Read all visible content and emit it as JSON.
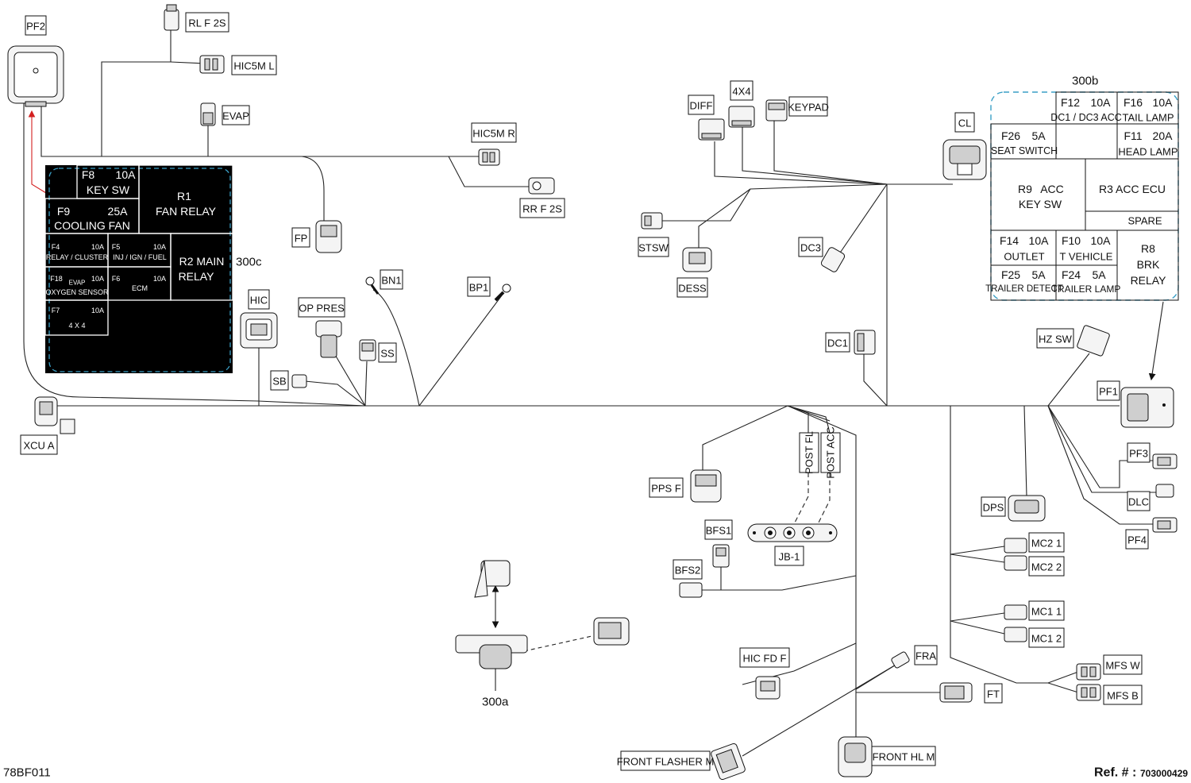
{
  "labels": {
    "pf2": "PF2",
    "rl_f_2s": "RL  F  2S",
    "hic5m_l": "HIC5M  L",
    "evap": "EVAP",
    "hic5m_r": "HIC5M  R",
    "rr_f_2s": "RR  F  2S",
    "fp": "FP",
    "hic": "HIC",
    "op_pres": "OP  PRES",
    "bn1": "BN1",
    "bp1": "BP1",
    "ss": "SS",
    "sb": "SB",
    "xcu_a": "XCU  A",
    "diff": "DIFF",
    "four_x_four": "4X4",
    "keypad": "KEYPAD",
    "stsw": "STSW",
    "dess": "DESS",
    "dc3": "DC3",
    "cl": "CL",
    "dc1": "DC1",
    "hz_sw": "HZ  SW",
    "pf1": "PF1",
    "pf3": "PF3",
    "dlc": "DLC",
    "pf4": "PF4",
    "dps": "DPS",
    "mc2_1": "MC2  1",
    "mc2_2": "MC2  2",
    "mc1_1": "MC1  1",
    "mc1_2": "MC1  2",
    "mfs_w": "MFS  W",
    "mfs_b": "MFS  B",
    "ft": "FT",
    "fra": "FRA",
    "front_hl_m": "FRONT  HL  M",
    "front_flasher_m": "FRONT  FLASHER  M",
    "hic_fd_f": "HIC  FD  F",
    "bfs1": "BFS1",
    "bfs2": "BFS2",
    "jb1": "JB-1",
    "pps_f": "PPS  F",
    "post_fl": "POST  FL",
    "post_acc": "POST  ACC"
  },
  "callouts": {
    "c300a": "300a",
    "c300b": "300b",
    "c300c": "300c"
  },
  "pdc_300c": {
    "f8": "F8",
    "f8_amp": "10A",
    "f8_name": "KEY SW",
    "r1": "R1",
    "r1_name": "FAN RELAY",
    "f9": "F9",
    "f9_amp": "25A",
    "f9_name": "COOLING FAN",
    "f4": "F4",
    "f4_amp": "10A",
    "f4_name": "RELAY / CLUSTER",
    "f5": "F5",
    "f5_amp": "10A",
    "f5_name": "INJ / IGN / FUEL",
    "r2": "R2 MAIN",
    "r2_name": "RELAY",
    "f18": "F18",
    "f18_sub": "EVAP",
    "f18_amp": "10A",
    "f18_name": "OXYGEN SENSOR",
    "f6": "F6",
    "f6_amp": "10A",
    "f6_name": "ECM",
    "f7": "F7",
    "f7_amp": "10A",
    "f7_name": "4 X 4"
  },
  "fusebox_300b": {
    "f12": "F12",
    "f12_amp": "10A",
    "f12_name": "DC1 / DC3 ACC",
    "f16": "F16",
    "f16_amp": "10A",
    "f16_name": "TAIL LAMP",
    "f26": "F26",
    "f26_amp": "5A",
    "f26_name": "SEAT SWITCH",
    "f11": "F11",
    "f11_amp": "20A",
    "f11_name": "HEAD LAMP",
    "r9": "R9",
    "r9_sub": "ACC",
    "r9_name": "KEY SW",
    "r3": "R3  ACC  ECU",
    "spare": "SPARE",
    "f14": "F14",
    "f14_amp": "10A",
    "f14_name": "OUTLET",
    "f10": "F10",
    "f10_amp": "10A",
    "f10_name": "T VEHICLE",
    "r8": "R8",
    "r8_l2": "BRK",
    "r8_l3": "RELAY",
    "f25": "F25",
    "f25_amp": "5A",
    "f25_name": "TRAILER DETECT",
    "f24": "F24",
    "f24_amp": "5A",
    "f24_name": "TRAILER LAMP"
  },
  "footer": {
    "code": "78BF011",
    "ref_label": "Ref. # :",
    "ref_value": "703000429"
  },
  "colors": {
    "pdc_fill": "#000000",
    "dash_blue": "#3a9fc6",
    "red_arrow": "#d32020"
  }
}
